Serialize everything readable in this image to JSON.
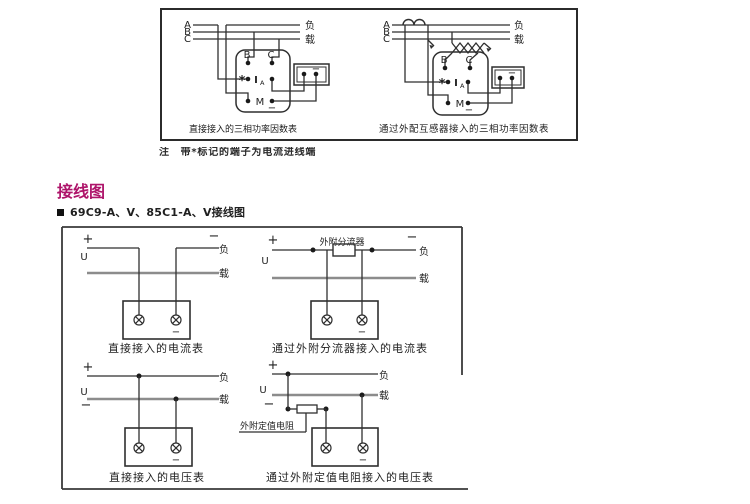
{
  "heading": {
    "text": "接线图",
    "color": "#ae146a"
  },
  "bullet": {
    "text": "69C9-A、V、85C1-A、V接线图"
  },
  "note": {
    "text": "注　带*标记的端子为电流进线端"
  },
  "labels": {
    "phase_a": "A",
    "phase_b": "B",
    "phase_c": "C",
    "load_top": "负",
    "load_bottom": "载",
    "plus": "+",
    "minus": "−",
    "u": "U",
    "star": "*",
    "current": "I",
    "current_sub": "A",
    "m": "M",
    "term_b": "B",
    "term_c": "C"
  },
  "top_figure": {
    "left_caption": "直接接入的三相功率因数表",
    "right_caption": "通过外配互感器接入的三相功率因数表"
  },
  "bottom_figure": {
    "tl_caption": "直接接入的电流表",
    "tr_caption": "通过外附分流器接入的电流表",
    "bl_caption": "直接接入的电压表",
    "br_caption": "通过外附定值电阻接入的电压表",
    "shunt_label": "外附分流器",
    "resistor_label": "外附定值电阻"
  },
  "colors": {
    "line": "#2f2f2f",
    "gray_line": "#8c8c8c",
    "accent": "#ae146a"
  }
}
